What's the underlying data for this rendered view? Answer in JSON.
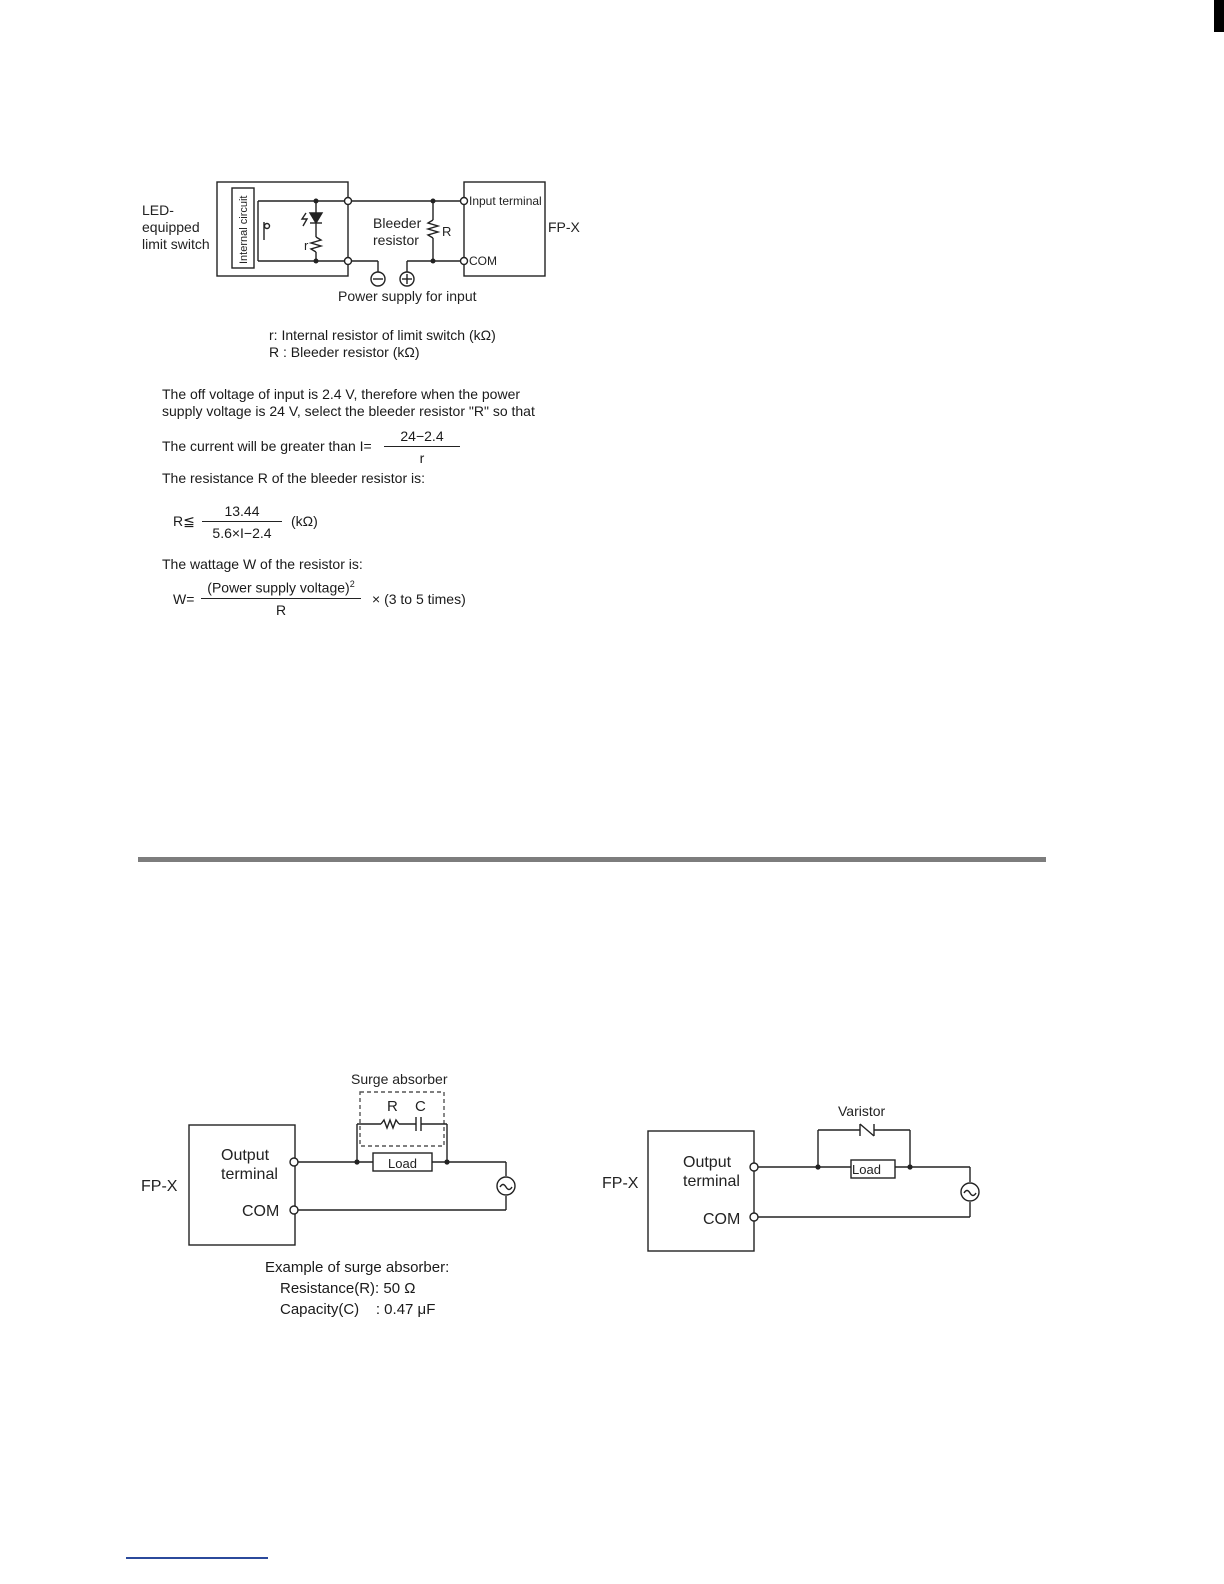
{
  "diagram1": {
    "left_label": [
      "LED-",
      "equipped",
      "limit switch"
    ],
    "internal_circuit": "Internal circuit",
    "r_label": "r",
    "bleeder_label": [
      "Bleeder",
      "resistor"
    ],
    "R_label": "R",
    "input_terminal": "Input terminal",
    "com": "COM",
    "fpx": "FP-X",
    "minus": "−",
    "plus": "+",
    "power_supply": "Power supply for input"
  },
  "legend": {
    "line1": "r:  Internal resistor of limit switch (kΩ)",
    "line2": "R : Bleeder resistor (kΩ)"
  },
  "text": {
    "para1_line1": "The off voltage of input is 2.4 V, therefore when the power",
    "para1_line2": "supply voltage is 24 V, select the bleeder resistor \"R\" so that",
    "current_prefix": "The current will be greater than I=",
    "current_num": "24−2.4",
    "current_den": "r",
    "resistance_title": "The resistance R of the bleeder resistor is:",
    "R_prefix": "R≦",
    "R_num": "13.44",
    "R_den": "5.6×I−2.4",
    "R_unit": "(kΩ)",
    "wattage_title": "The wattage W of the resistor is:",
    "W_prefix": "W=",
    "W_num": "(Power supply voltage)",
    "W_sup": "2",
    "W_den": "R",
    "W_suffix": "× (3 to 5 times)"
  },
  "diagram2": {
    "surge_absorber": "Surge absorber",
    "R": "R",
    "C": "C",
    "load": "Load",
    "fpx": "FP-X",
    "output_terminal": [
      "Output",
      "terminal"
    ],
    "com": "COM",
    "example_title": "Example of surge absorber:",
    "example_r": "Resistance(R): 50 Ω",
    "example_c": "Capacity(C)    : 0.47 μF"
  },
  "diagram3": {
    "varistor": "Varistor",
    "load": "Load",
    "fpx": "FP-X",
    "output_terminal": [
      "Output",
      "terminal"
    ],
    "com": "COM"
  }
}
